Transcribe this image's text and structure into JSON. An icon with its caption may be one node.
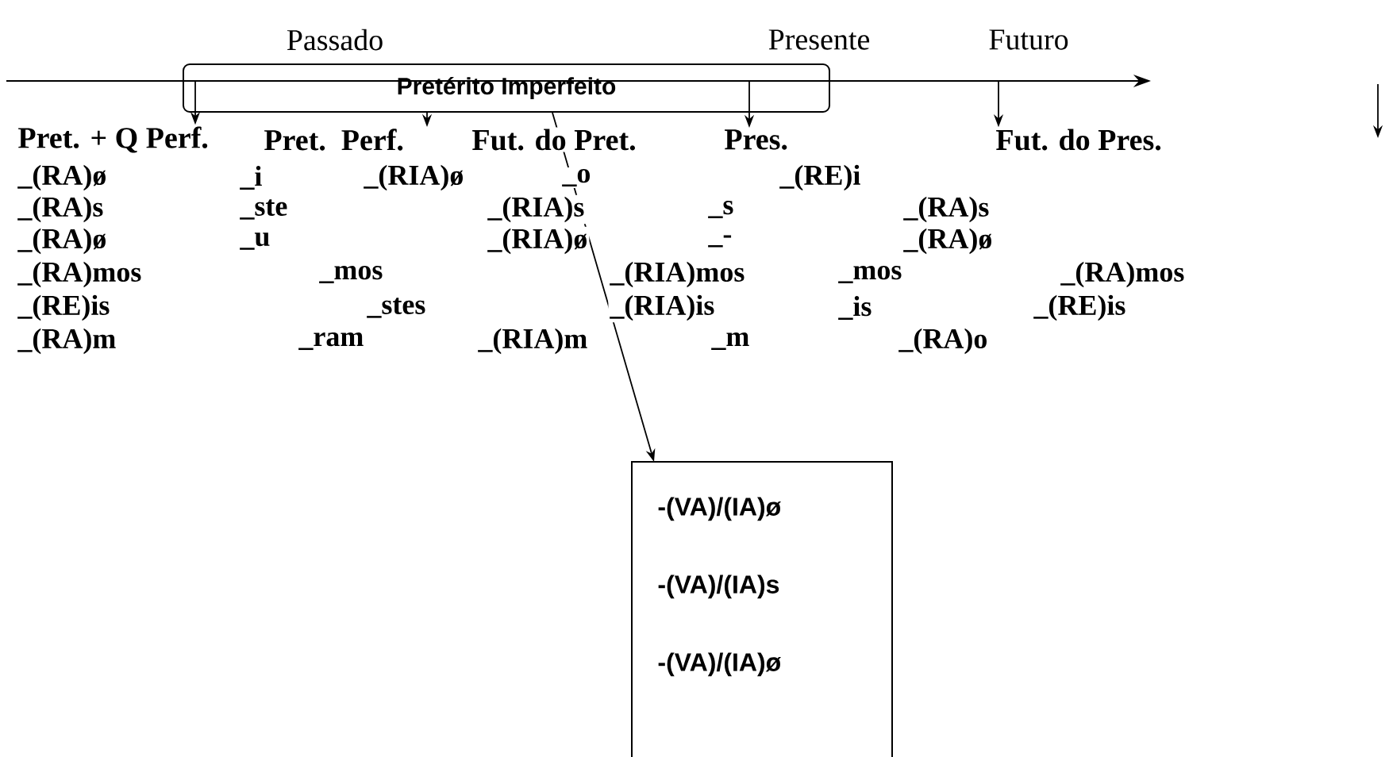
{
  "diagram": {
    "nodes": [
      {
        "text": [
          "Pretérito Imperfeito"
        ]
      },
      {
        "text": [
          "Pret. + Q Perf."
        ]
      },
      {
        "text": [
          "Pret. Perf."
        ]
      },
      {
        "text": [
          "Pres."
        ]
      },
      {
        "text": [
          "Fut. do Pres."
        ]
      },
      {
        "text": [
          "-(VA)/(IA)ø",
          "-(VA)/(IA)s",
          "-(VA)/(IA)ø"
        ]
      }
    ],
    "edges": [
      {
        "from": 0,
        "to": 1,
        "arrow": "to"
      },
      {
        "from": 0,
        "to": 2,
        "arrow": "to"
      },
      {
        "from": 0,
        "to": 3,
        "arrow": "to"
      },
      {
        "from": null,
        "to": 4,
        "arrow": "to"
      },
      {
        "from": 0,
        "to": 5,
        "arrow": "to"
      }
    ],
    "labels": [
      "Passado",
      "Presente",
      "Futuro",
      "Fut. do Pret.",
      "_(RA)ø",
      "_i",
      "_(RIA)ø",
      "_o",
      "_(RE)i",
      "_(RA)s",
      "_ste",
      "_(RIA)s",
      "_s",
      "_(RA)s",
      "_(RA)ø",
      "_u",
      "_(RIA)ø",
      "_-",
      "_(RA)ø",
      "_(RA)mos",
      "_mos",
      "_(RIA)mos",
      "_mos",
      "_(RA)mos",
      "_(RE)is",
      "_stes",
      "_(RIA)is",
      "_is",
      "_(RE)is",
      "_(RA)m",
      "_ram",
      "_(RIA)m",
      "_m",
      "_(RA)o"
    ]
  }
}
